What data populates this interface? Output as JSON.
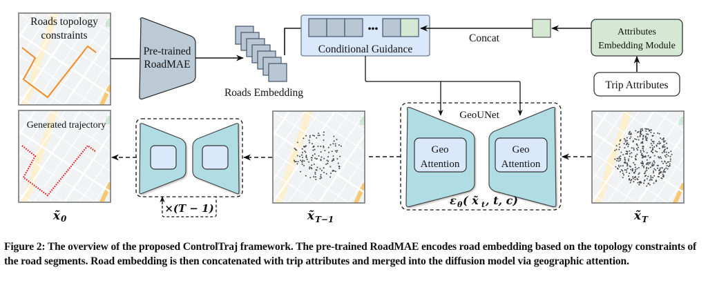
{
  "figure": {
    "top_row": {
      "roads_map_label_line1": "Roads topology",
      "roads_map_label_line2": "constraints",
      "encoder_label_line1": "Pre-trained",
      "encoder_label_line2": "RoadMAE",
      "embedding_label": "Roads Embedding",
      "guidance_label": "Conditional Guidance",
      "guidance_dots": "•••",
      "concat_label": "Concat",
      "attr_module_line1": "Attributes",
      "attr_module_line2": "Embedding Module",
      "trip_attributes_label": "Trip Attributes"
    },
    "bottom_row": {
      "generated_label": "Generated trajectory",
      "x0_label": "x̃",
      "x0_sub": "0",
      "repeat_label": "×(T − 1)",
      "xT1_label": "x̃",
      "xT1_sub": "T−1",
      "geounet_label": "GeoUNet",
      "geo_attention_left_line1": "Geo",
      "geo_attention_left_line2": "Attention",
      "geo_attention_right_line1": "Geo",
      "geo_attention_right_line2": "Attention",
      "eps_label": "ε",
      "eps_sub": "θ",
      "eps_args": "( x̃",
      "eps_args_sub": "t",
      "eps_args_rest": ", t, c)",
      "xT_label": "x̃",
      "xT_sub": "T"
    },
    "colors": {
      "encoder_fill": "#bccad5",
      "embedding_fill": "#b8c7d3",
      "guidance_fill": "#dae8fc",
      "attr_fill": "#d5e8d4",
      "unet_fill": "#b0dde3",
      "inner_fill": "#dae8fc",
      "route_orange": "#f5891f",
      "route_red": "#ee1111",
      "map_bg": "#f1f2f4"
    }
  },
  "caption": "Figure 2: The overview of the proposed ControlTraj framework. The pre-trained RoadMAE encodes road embedding based on the topology constraints of the road segments. Road embedding is then concatenated with trip attributes and merged into the diffusion model via geographic attention."
}
